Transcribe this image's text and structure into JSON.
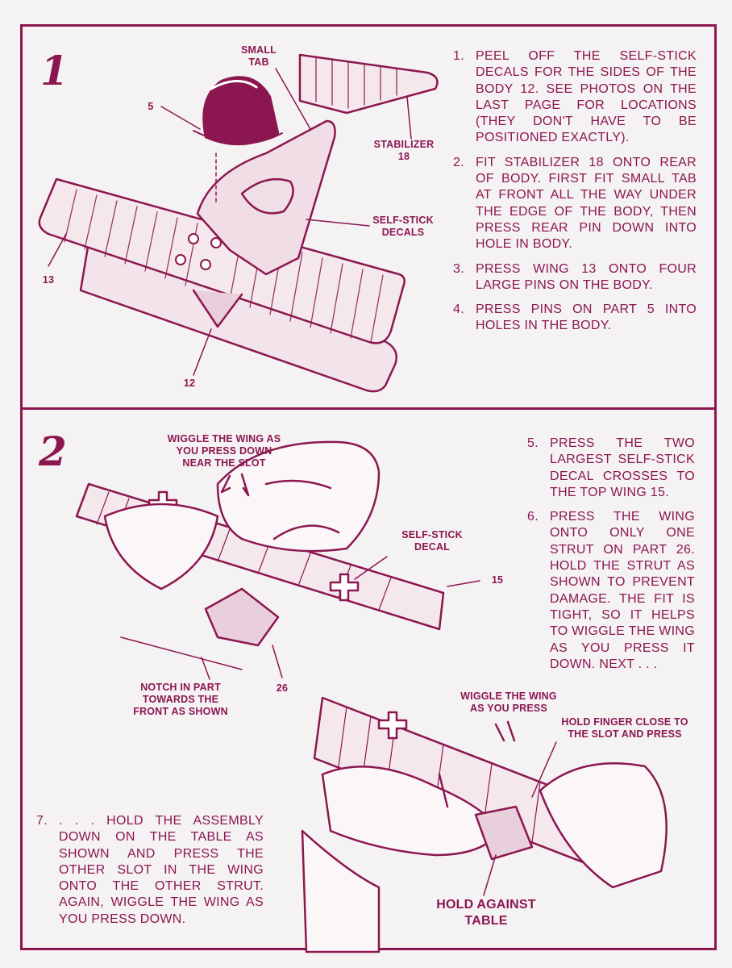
{
  "section1": {
    "step_label": "1",
    "callouts": {
      "small_tab": "SMALL TAB",
      "stabilizer": "STABILIZER 18",
      "part5": "5",
      "decals": "SELF-STICK DECALS",
      "wing13": "13",
      "body12": "12"
    },
    "steps": [
      {
        "num": "1.",
        "text": "PEEL OFF THE SELF-STICK DECALS FOR THE SIDES OF THE BODY 12. SEE PHOTOS ON THE LAST PAGE FOR LOCATIONS (THEY DON'T HAVE TO BE POSITIONED EXACTLY)."
      },
      {
        "num": "2.",
        "text": "FIT STABILIZER 18 ONTO REAR OF BODY. FIRST FIT SMALL TAB AT FRONT ALL THE WAY UNDER THE EDGE OF THE BODY, THEN PRESS REAR PIN DOWN INTO HOLE IN BODY."
      },
      {
        "num": "3.",
        "text": "PRESS WING 13 ONTO FOUR LARGE PINS ON THE BODY."
      },
      {
        "num": "4.",
        "text": "PRESS PINS ON PART 5 INTO HOLES IN THE BODY."
      }
    ]
  },
  "section2": {
    "step_label": "2",
    "callouts": {
      "wiggle_slot": "WIGGLE THE WING AS YOU PRESS DOWN NEAR THE SLOT",
      "decal": "SELF-STICK DECAL",
      "wing15": "15",
      "notch": "NOTCH IN PART TOWARDS THE FRONT AS SHOWN",
      "strut26": "26",
      "wiggle_press": "WIGGLE THE WING AS YOU PRESS",
      "hold_finger": "HOLD FINGER CLOSE TO THE SLOT AND PRESS",
      "hold_table": "HOLD AGAINST TABLE"
    },
    "steps": [
      {
        "num": "5.",
        "text": "PRESS THE TWO LARGEST SELF-STICK DECAL CROSSES TO THE TOP WING 15."
      },
      {
        "num": "6.",
        "text": "PRESS THE WING ONTO ONLY ONE STRUT ON PART 26. HOLD THE STRUT AS SHOWN TO PREVENT DAMAGE. THE FIT IS TIGHT, SO IT HELPS TO WIGGLE THE WING AS YOU PRESS IT DOWN. NEXT . . ."
      }
    ],
    "step7": {
      "num": "7.",
      "text": ". . . HOLD THE ASSEMBLY DOWN ON THE TABLE AS SHOWN AND PRESS THE OTHER SLOT IN THE WING ONTO THE OTHER STRUT. AGAIN, WIGGLE THE WING AS YOU PRESS DOWN."
    }
  },
  "colors": {
    "ink": "#8c1750",
    "paper": "#f4f2f3",
    "fill": "#e9cfdc"
  }
}
